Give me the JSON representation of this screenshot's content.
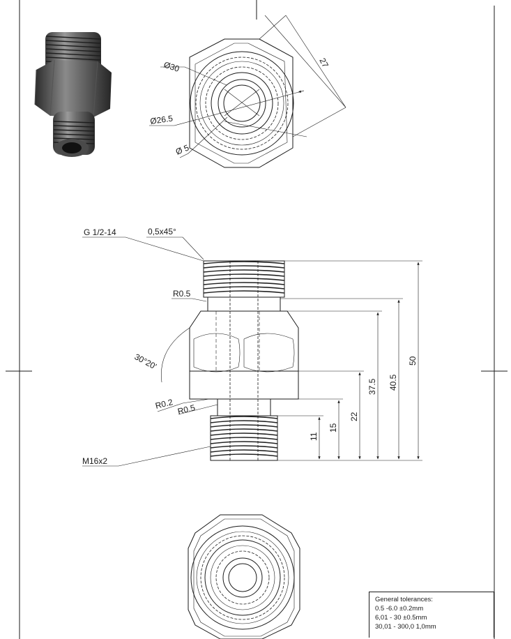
{
  "top_view": {
    "dim_across_flats": "27",
    "dim_d30": "Ø30",
    "dim_d26_5": "Ø26.5",
    "dim_d5": "Ø 5"
  },
  "side_view": {
    "thread_top": "G 1/2-14",
    "chamfer": "0,5x45°",
    "radius_top": "R0.5",
    "angle": "30°20'",
    "radius_small": "R0.2",
    "radius_bottom": "R0.5",
    "thread_bottom": "M16x2",
    "dim_11": "11",
    "dim_15": "15",
    "dim_22": "22",
    "dim_37_5": "37.5",
    "dim_40_5": "40.5",
    "dim_50": "50"
  },
  "tolerances": {
    "title": "General tolerances:",
    "rows": [
      "0.5 -6.0  ±0.2mm",
      "6,01 - 30 ±0.5mm",
      "30,01 - 300,0 1,0mm"
    ]
  }
}
